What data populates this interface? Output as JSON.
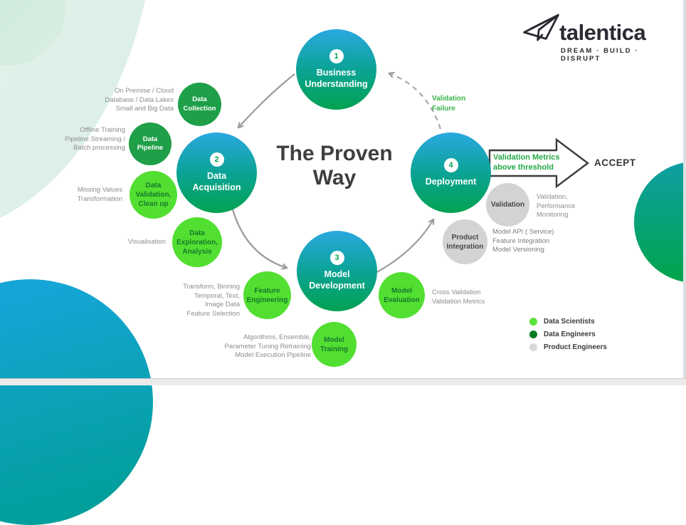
{
  "logo": {
    "name": "talentica",
    "tagline": "DREAM · BUILD · DISRUPT"
  },
  "title": {
    "lines": [
      "The Proven",
      "Way"
    ]
  },
  "stages": {
    "business_understanding": {
      "number": "1",
      "label": [
        "Business",
        "Understanding"
      ]
    },
    "data_acquisition": {
      "number": "2",
      "label": [
        "Data",
        "Acquisition"
      ]
    },
    "model_development": {
      "number": "3",
      "label": [
        "Model",
        "Development"
      ]
    },
    "deployment": {
      "number": "4",
      "label": [
        "Deployment"
      ]
    }
  },
  "steps": {
    "data_collection": {
      "label": [
        "Data",
        "Collection"
      ],
      "note": [
        "On Premise /  Cloud",
        "Database / Data Lakes",
        "Small and Big Data"
      ]
    },
    "data_pipeline": {
      "label": [
        "Data",
        "Pipeline"
      ],
      "note": [
        "Offline Training",
        "Pipeline Streaming /",
        "Batch processing"
      ]
    },
    "data_validation": {
      "label": [
        "Data",
        "Validation,",
        "Clean up"
      ],
      "note": [
        "Missing Values",
        "Transformation"
      ]
    },
    "data_exploration": {
      "label": [
        "Data",
        "Exploration,",
        "Analysis"
      ],
      "note": [
        "Visualisation"
      ]
    },
    "feature_engineering": {
      "label": [
        "Feature",
        "Engineering"
      ],
      "note": [
        "Transform, Binning",
        "Temporal, Text,",
        "Image Data",
        "Feature Selection"
      ]
    },
    "model_training": {
      "label": [
        "Model",
        "Training"
      ],
      "note": [
        "Algorithms, Ensemble,",
        "Parameter Tuning Retraining",
        "Model Execution Pipeline"
      ]
    },
    "model_evaluation": {
      "label": [
        "Model",
        "Evaluation"
      ],
      "note": [
        "Cross Validation",
        "Validation Metrics"
      ]
    },
    "validation": {
      "label": [
        "Validation"
      ],
      "note": [
        "Validation,",
        "Performance",
        "Monitoring"
      ]
    },
    "product_integration": {
      "label": [
        "Product",
        "Integration"
      ],
      "note": [
        "Model API ( Service)",
        "Feature Integration",
        "Model Versioning"
      ]
    }
  },
  "flow": {
    "validation_failure": [
      "Validation",
      "Failure"
    ],
    "validation_metrics": [
      "Validation Metrics",
      "above threshold"
    ],
    "accept": "ACCEPT"
  },
  "legend": {
    "items": [
      {
        "label": "Data Scientists",
        "color": "#5ce33c"
      },
      {
        "label": "Data Engineers",
        "color": "#077d20"
      },
      {
        "label": "Product Engineers",
        "color": "#d9d9d9"
      }
    ]
  },
  "colors": {
    "stage_gradient_top": "#2aa8e0",
    "stage_gradient_bottom": "#02a251",
    "dark_green_circle": "#1e9f48",
    "bright_green_circle": "#52df31",
    "gray_circle": "#d3d3d3",
    "flow_green_text": "#23a945"
  }
}
